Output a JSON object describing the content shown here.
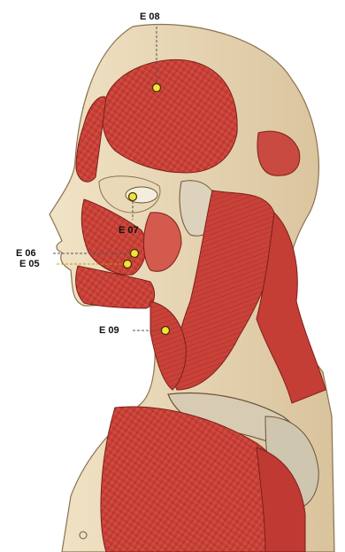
{
  "points": [
    {
      "id": "E 08",
      "label": "E 08"
    },
    {
      "id": "E 07",
      "label": "E 07"
    },
    {
      "id": "E 06",
      "label": "E 06"
    },
    {
      "id": "E 05",
      "label": "E 05"
    },
    {
      "id": "E 09",
      "label": "E 09"
    }
  ],
  "colors": {
    "marker_fill": "#f4e23a",
    "marker_stroke": "#3a3000",
    "leader": "#555555",
    "muscle": "#c8403a",
    "skin": "#e8d6b4"
  }
}
